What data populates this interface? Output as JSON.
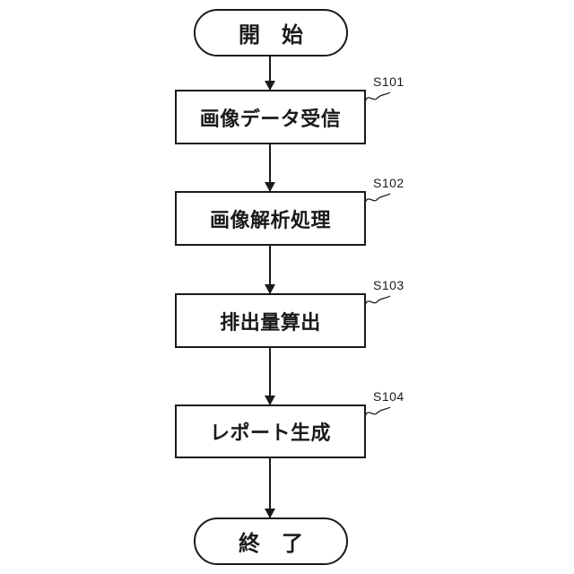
{
  "figure": {
    "background_color": "#ffffff",
    "line_color": "#1a1a1a",
    "type": "flowchart"
  },
  "flowchart": {
    "start_label": "開　始",
    "end_label": "終　了",
    "steps": [
      {
        "id": "S101",
        "label": "画像データ受信"
      },
      {
        "id": "S102",
        "label": "画像解析処理"
      },
      {
        "id": "S103",
        "label": "排出量算出"
      },
      {
        "id": "S104",
        "label": "レポート生成"
      }
    ]
  }
}
